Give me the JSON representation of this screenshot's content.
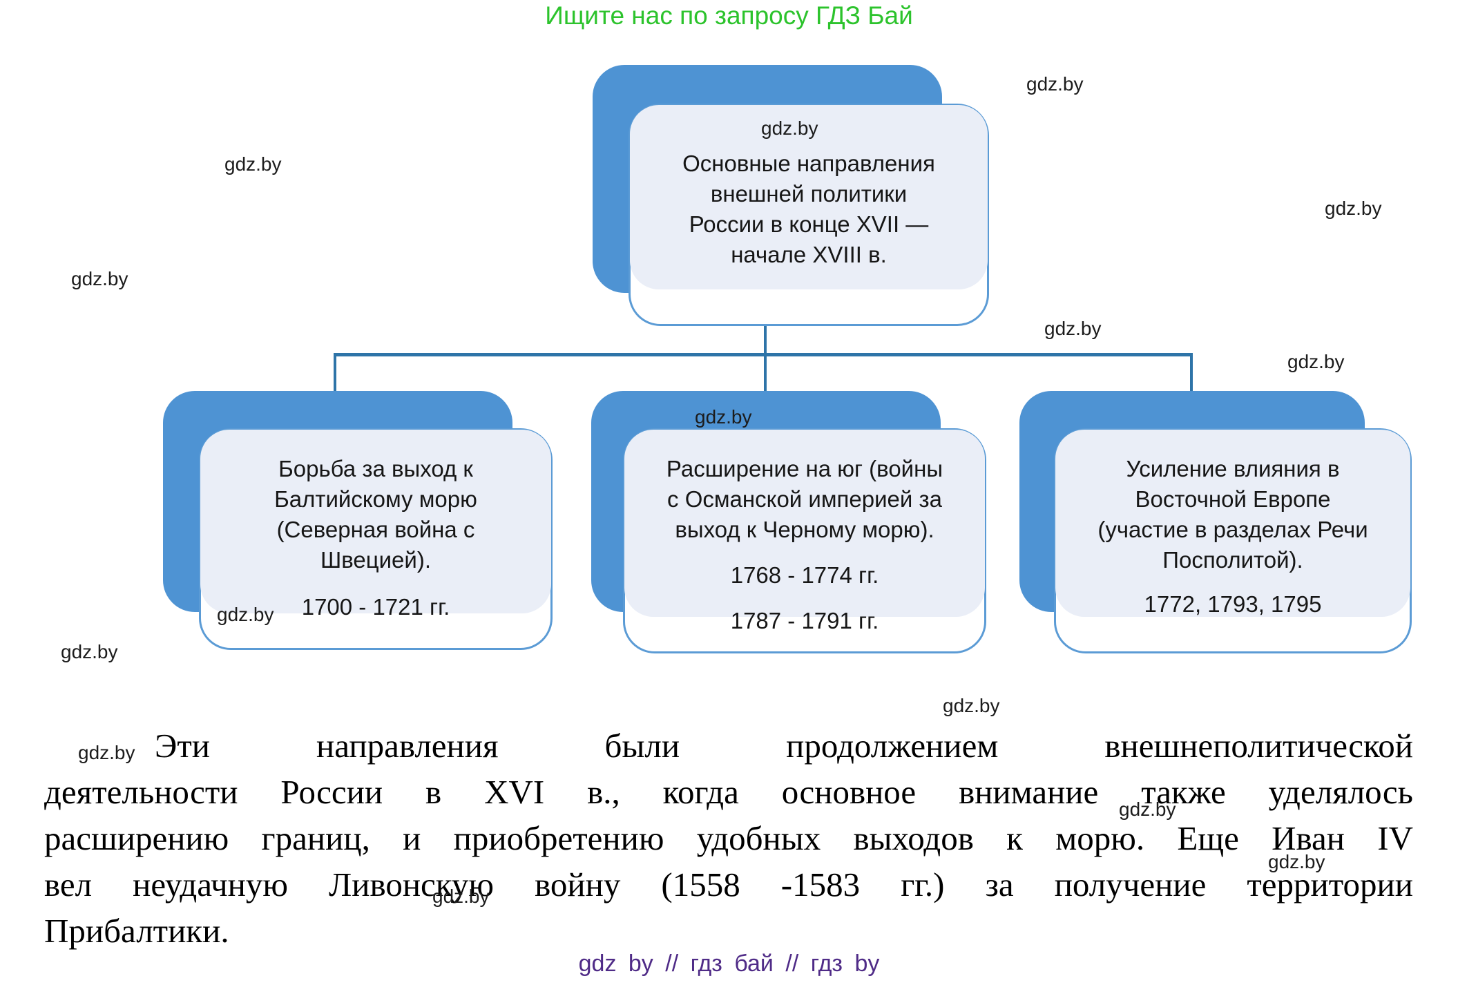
{
  "watermark_label": "gdz.by",
  "header": {
    "promo_text": "Ищите нас по запросу ГДЗ Бай",
    "promo_color": "#2CC32C"
  },
  "diagram": {
    "colors": {
      "shadow_blue": "#4E93D3",
      "card_fill": "#EAEEF7",
      "card_border": "#5B9BD5",
      "connector": "#2E74A8",
      "text": "#161616"
    },
    "root": {
      "lines": [
        "Основные направления",
        "внешней политики",
        "России в конце XVII —",
        "начале XVIII в."
      ]
    },
    "children": [
      {
        "lines": [
          "Борьба за выход к",
          "Балтийскому морю",
          "(Северная война с",
          "Швецией)."
        ],
        "dates": [
          "1700 - 1721 гг."
        ]
      },
      {
        "lines": [
          "Расширение на юг (войны",
          "с Османской империей за",
          "выход к Черному морю)."
        ],
        "dates": [
          "1768 - 1774 гг.",
          "1787 - 1791 гг."
        ]
      },
      {
        "lines": [
          "Усиление влияния в",
          "Восточной Европе",
          "(участие в разделах Речи",
          "Посполитой)."
        ],
        "dates": [
          "1772, 1793, 1795"
        ]
      }
    ]
  },
  "paragraph": {
    "full_text": "Эти направления были продолжением внешнеполитической деятельности России в XVI в., когда основное внимание также уделялось расширению границ, и приобретению удобных выходов к морю. Еще Иван IV вел неудачную Ливонскую войну (1558 -1583 гг.) за получение территории Прибалтики.",
    "lines": [
      "Эти направления были продолжением внешнеполитической",
      "деятельности России в XVI в., когда основное внимание также уделялось",
      "расширению границ, и приобретению удобных выходов к морю. Еще Иван IV",
      "вел неудачную Ливонскую войну (1558 -1583 гг.) за получение территории",
      "Прибалтики."
    ]
  },
  "footer": {
    "text": "gdz by // гдз бай // гдз by",
    "color": "#4F2B87"
  }
}
